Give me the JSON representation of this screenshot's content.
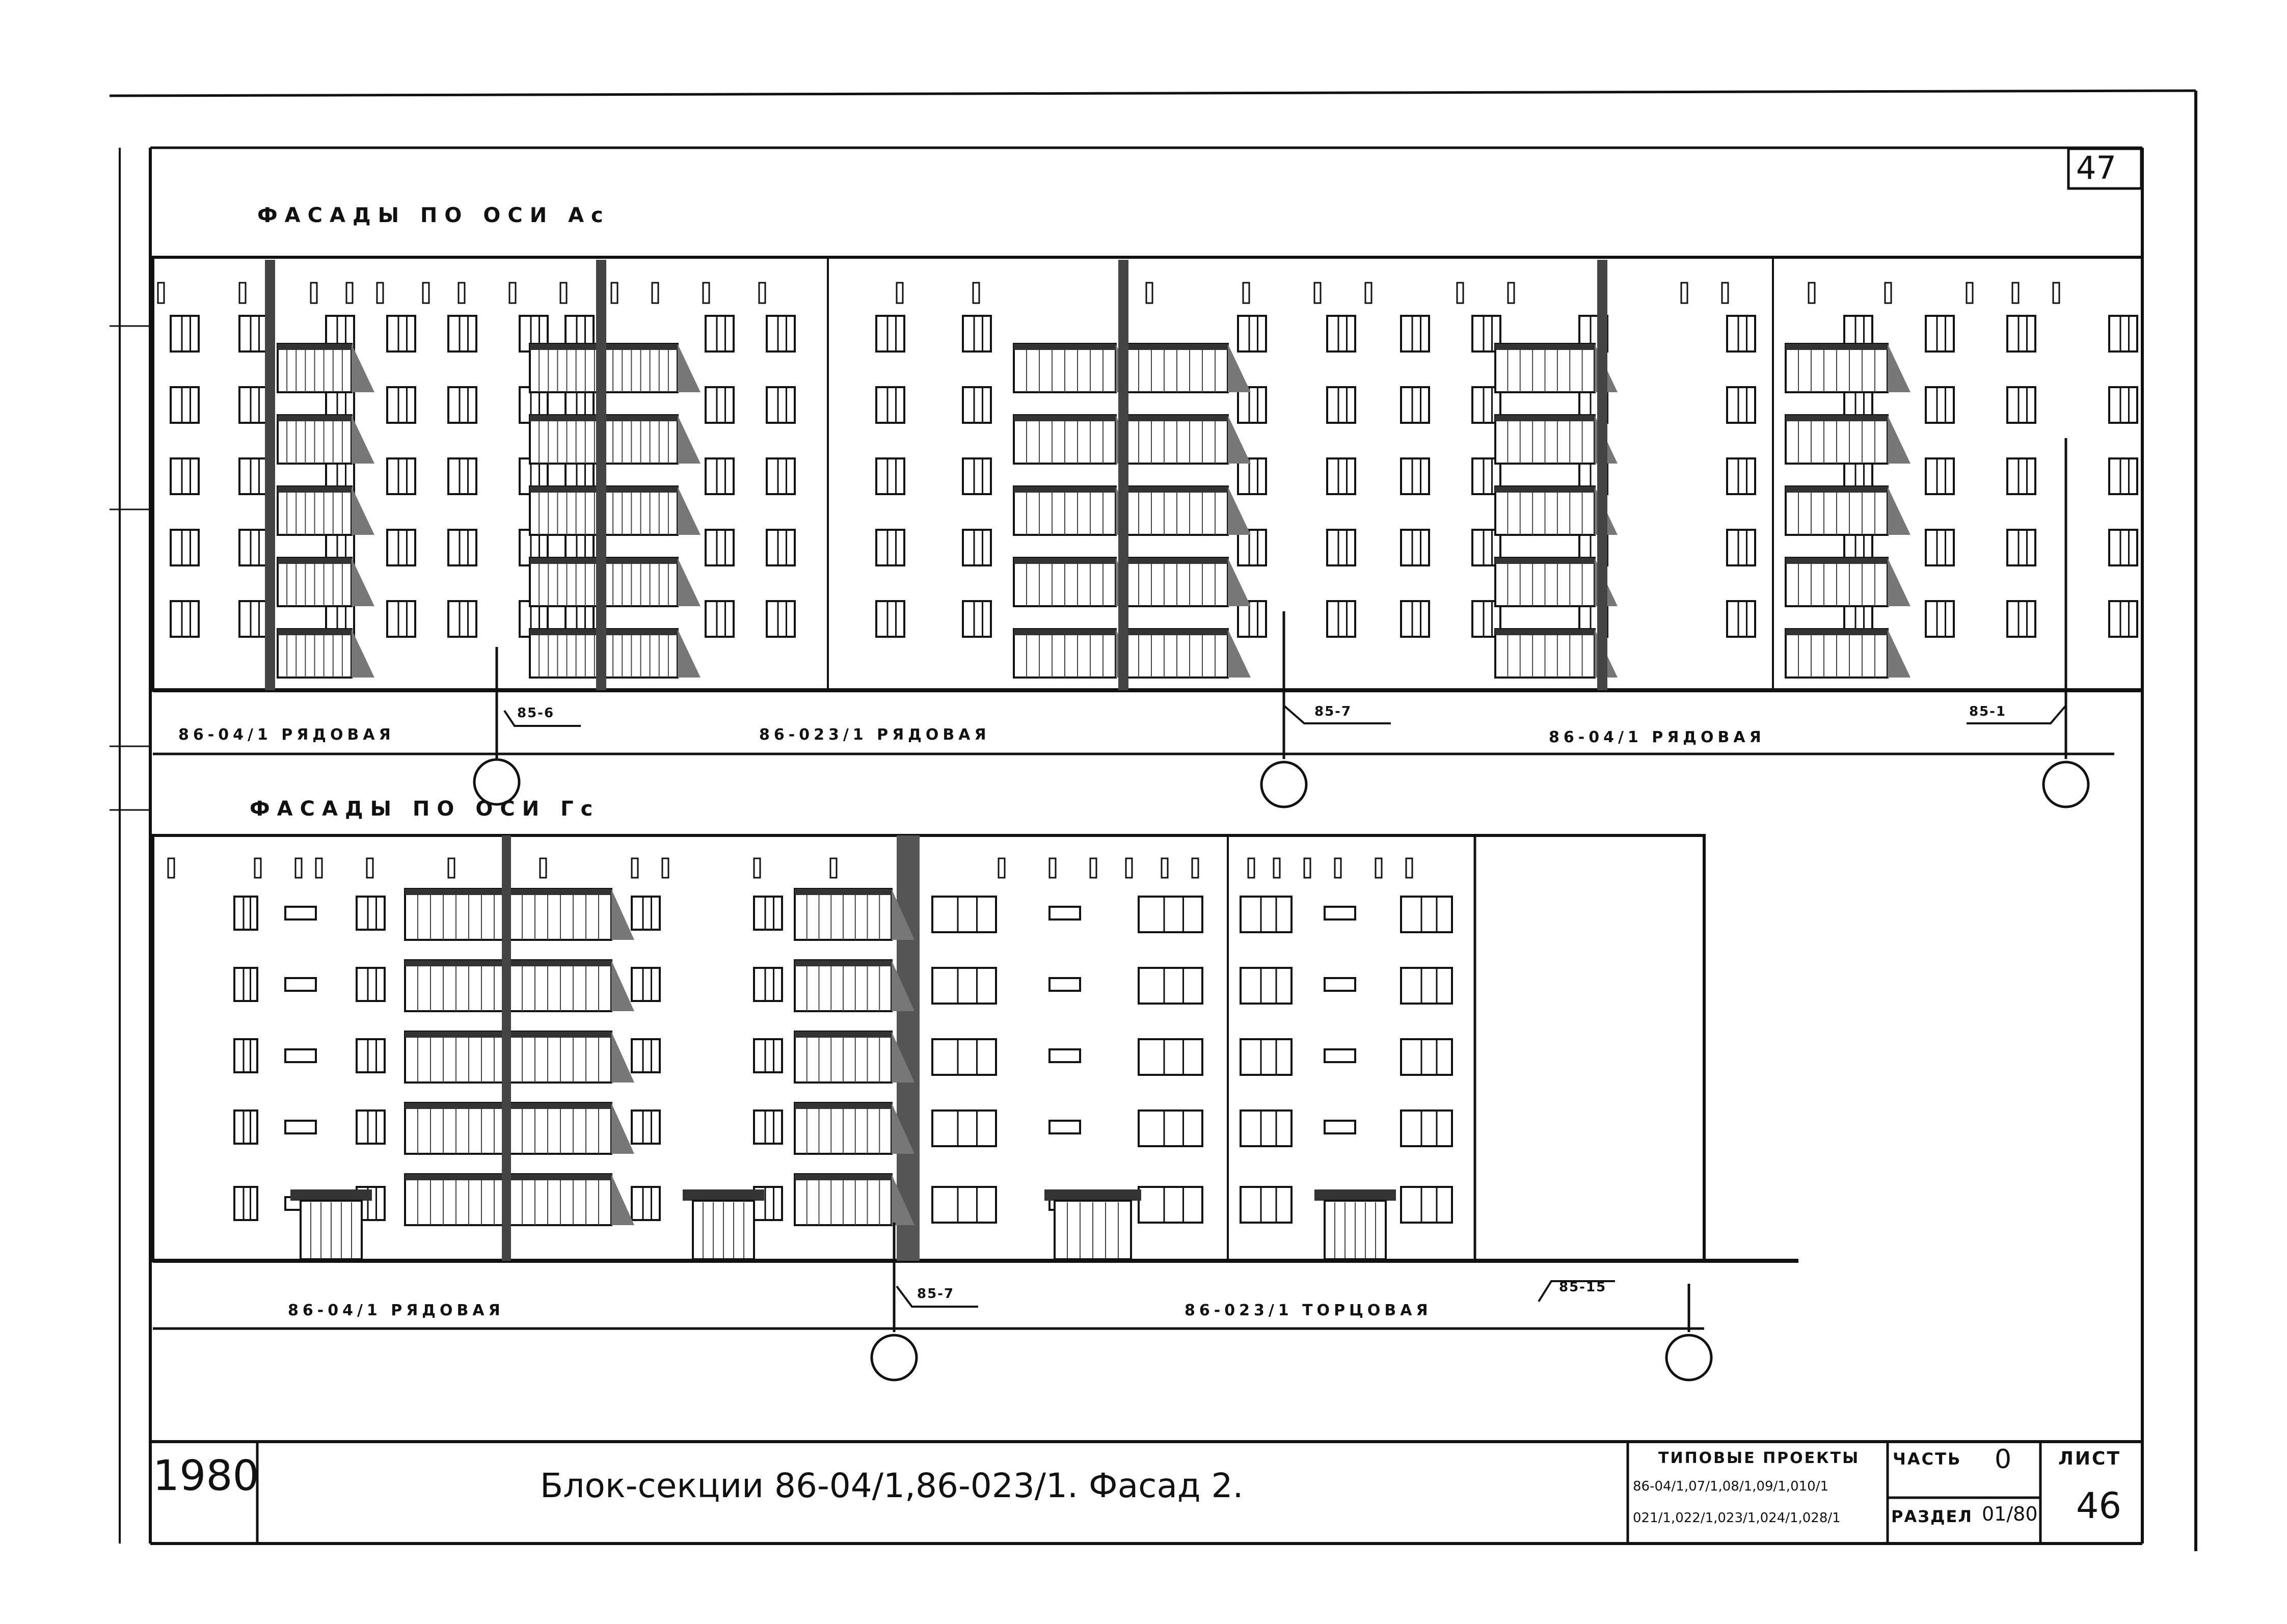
{
  "sheet_number_top": "47",
  "top_view": {
    "title": "ФАСАДЫ ПО ОСИ Ас",
    "sections": [
      "86-04/1 РЯДОВАЯ",
      "86-023/1 РЯДОВАЯ",
      "86-04/1 РЯДОВАЯ"
    ],
    "joints": [
      "85-6",
      "85-7",
      "85-1"
    ]
  },
  "bottom_view": {
    "title": "ФАСАДЫ ПО ОСИ Гс",
    "sections": [
      "86-04/1 РЯДОВАЯ",
      "86-023/1 ТОРЦОВАЯ"
    ],
    "joints": [
      "85-7",
      "85-15"
    ]
  },
  "title_block": {
    "year": "1980",
    "title": "Блок-секции 86-04/1,86-023/1. Фасад 2.",
    "typical_projects_label": "ТИПОВЫЕ ПРОЕКТЫ",
    "projects_line1": "86-04/1,07/1,08/1,09/1,010/1",
    "projects_line2": "021/1,022/1,023/1,024/1,028/1",
    "part_label": "ЧАСТЬ",
    "part_value": "0",
    "section_label": "РАЗДЕЛ",
    "section_value": "01/80",
    "sheet_label": "ЛИСТ",
    "sheet_value": "46"
  }
}
